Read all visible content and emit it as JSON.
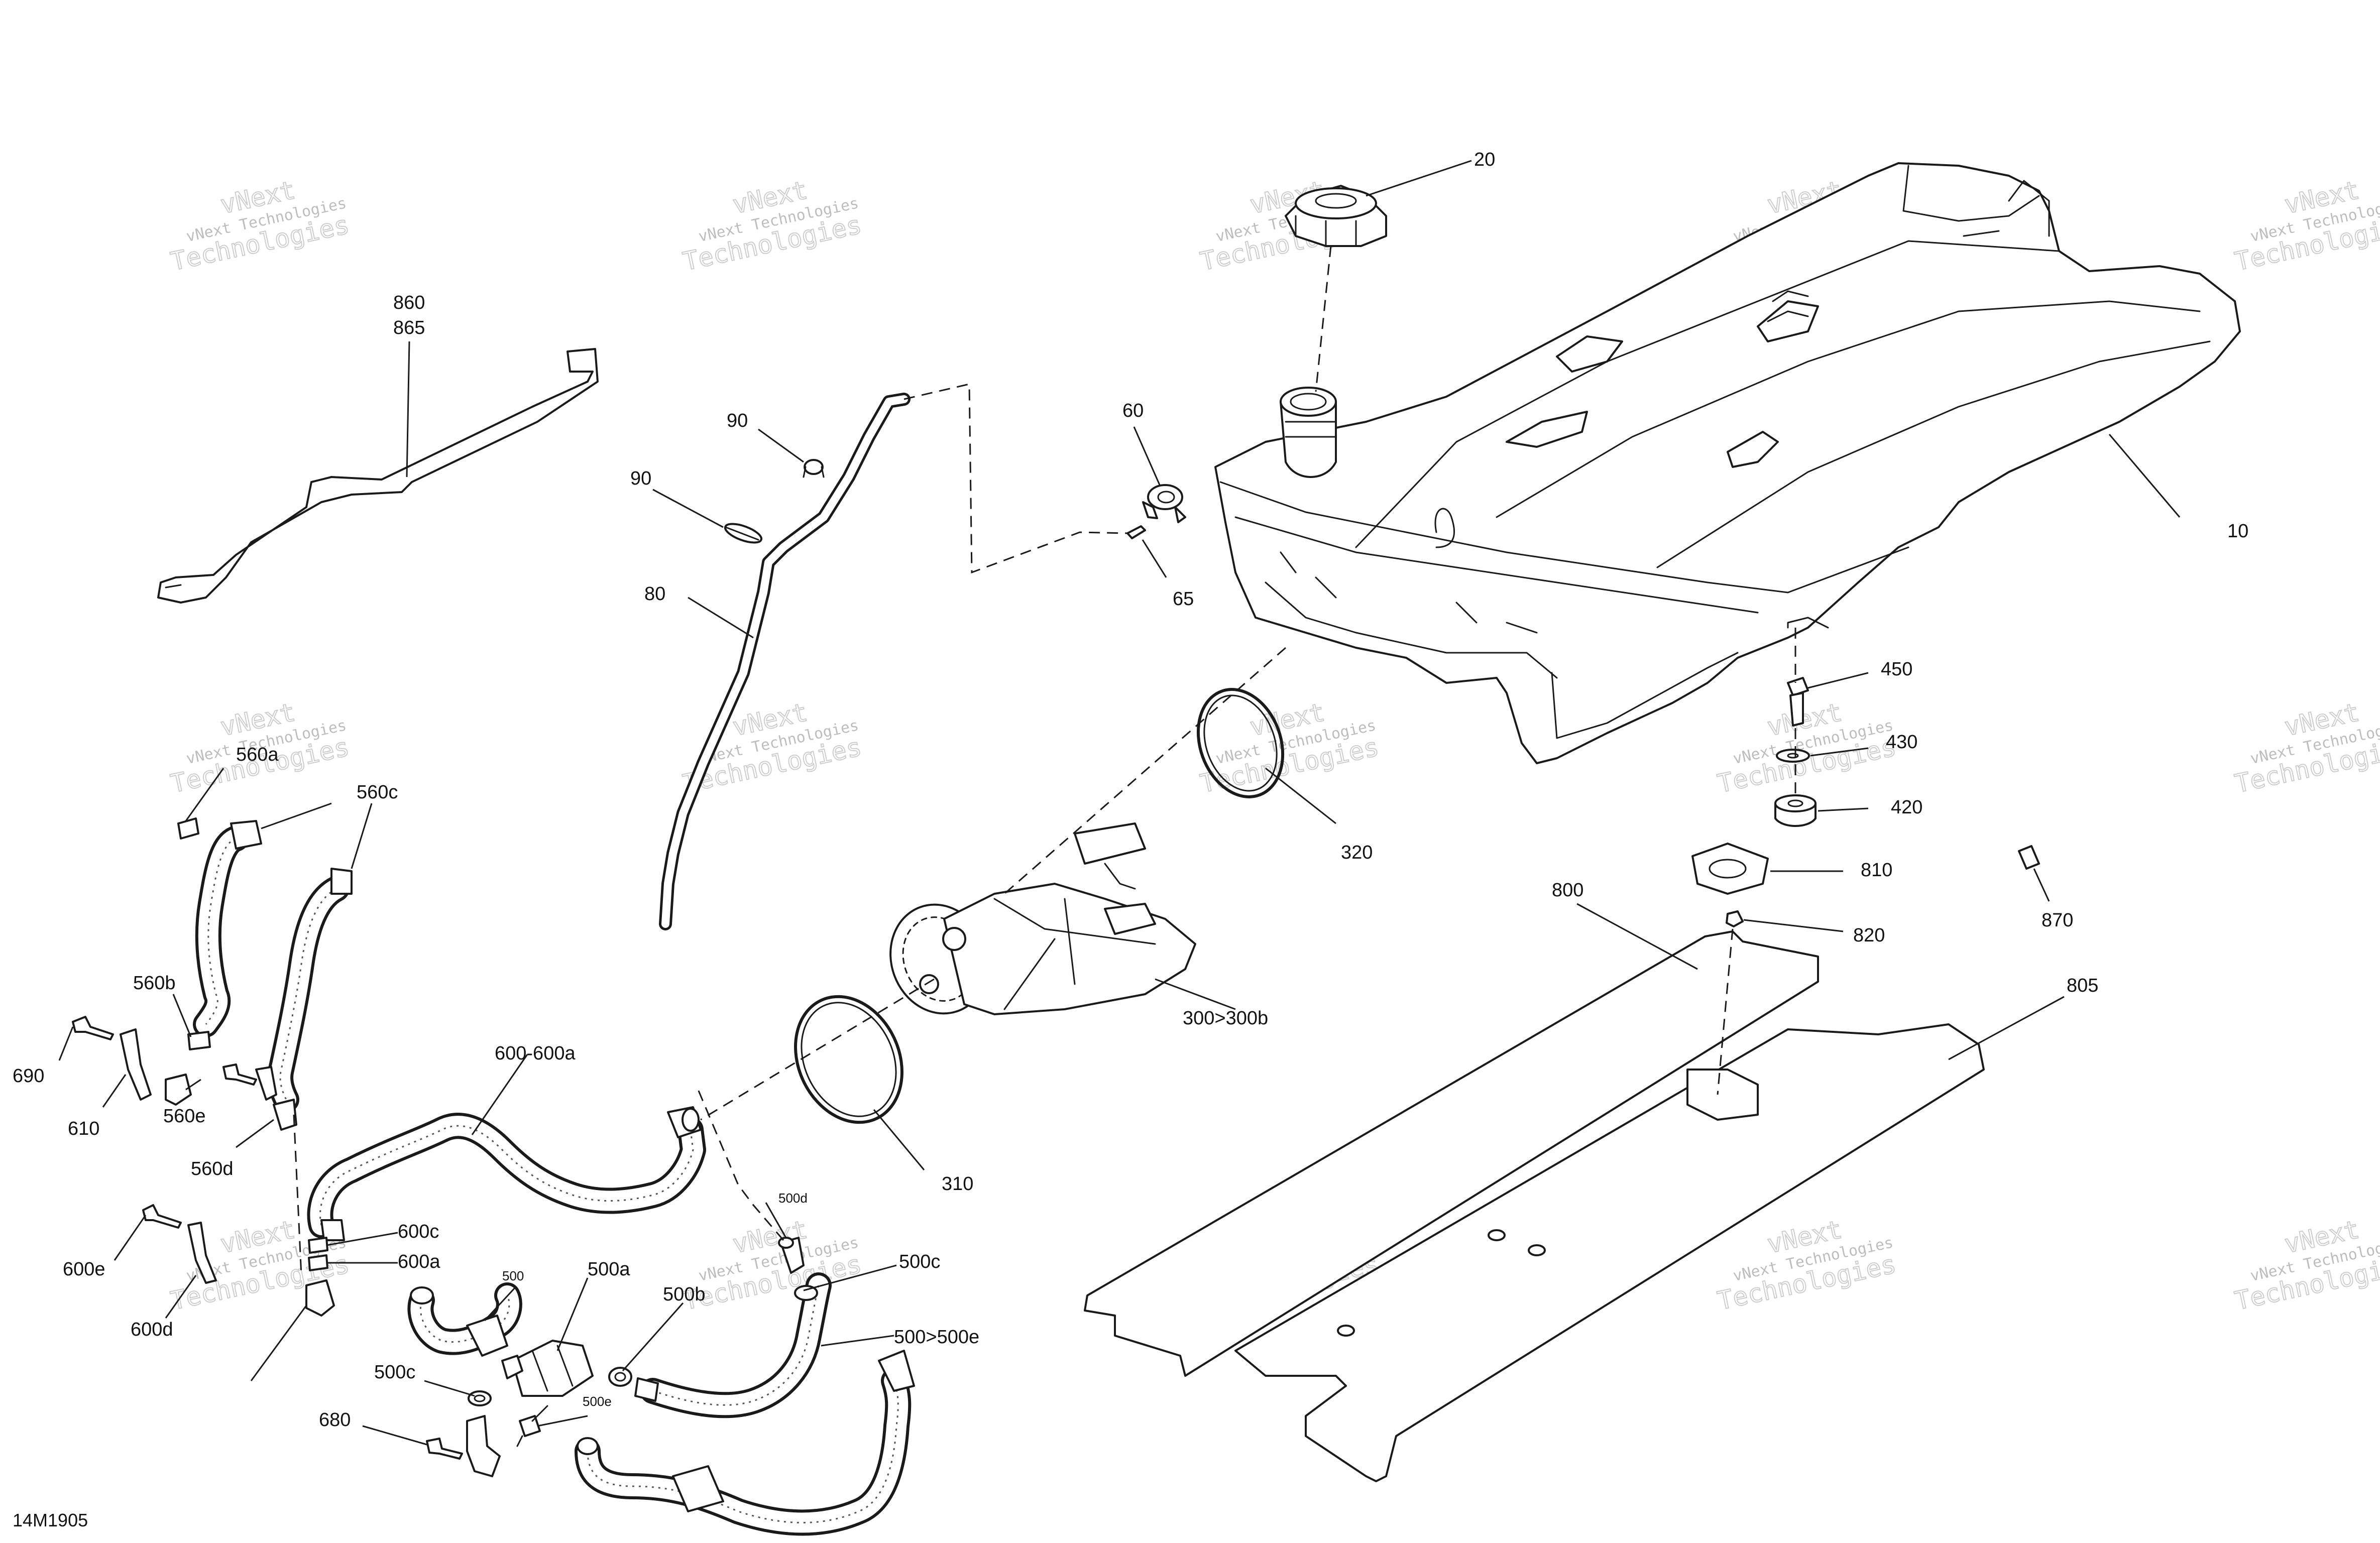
{
  "figure_id": "14M1905",
  "watermark": {
    "line1": "vNext Technologies",
    "line2": "vNext",
    "line3": "Technologies"
  },
  "callouts": [
    {
      "id": "c10",
      "text": "10"
    },
    {
      "id": "c20",
      "text": "20"
    },
    {
      "id": "c60",
      "text": "60"
    },
    {
      "id": "c65",
      "text": "65"
    },
    {
      "id": "c80",
      "text": "80"
    },
    {
      "id": "c90a",
      "text": "90"
    },
    {
      "id": "c90b",
      "text": "90"
    },
    {
      "id": "c860",
      "text": "860"
    },
    {
      "id": "c865",
      "text": "865"
    },
    {
      "id": "c320",
      "text": "320"
    },
    {
      "id": "c300",
      "text": "300>300b"
    },
    {
      "id": "c310",
      "text": "310"
    },
    {
      "id": "c450",
      "text": "450"
    },
    {
      "id": "c430",
      "text": "430"
    },
    {
      "id": "c420",
      "text": "420"
    },
    {
      "id": "c810",
      "text": "810"
    },
    {
      "id": "c820",
      "text": "820"
    },
    {
      "id": "c800",
      "text": "800"
    },
    {
      "id": "c805",
      "text": "805"
    },
    {
      "id": "c870",
      "text": "870"
    },
    {
      "id": "c560a",
      "text": "560a"
    },
    {
      "id": "c560c",
      "text": "560c"
    },
    {
      "id": "c560b",
      "text": "560b"
    },
    {
      "id": "c560e",
      "text": "560e"
    },
    {
      "id": "c560d",
      "text": "560d"
    },
    {
      "id": "c690",
      "text": "690"
    },
    {
      "id": "c610",
      "text": "610"
    },
    {
      "id": "c600",
      "text": "600-600a"
    },
    {
      "id": "c600c",
      "text": "600c"
    },
    {
      "id": "c600a",
      "text": "600a"
    },
    {
      "id": "c600e",
      "text": "600e"
    },
    {
      "id": "c600d",
      "text": "600d"
    },
    {
      "id": "c500",
      "text": "500"
    },
    {
      "id": "c500a",
      "text": "500a"
    },
    {
      "id": "c500b",
      "text": "500b"
    },
    {
      "id": "c500c1",
      "text": "500c"
    },
    {
      "id": "c500c2",
      "text": "500c"
    },
    {
      "id": "c500d",
      "text": "500d"
    },
    {
      "id": "c500e",
      "text": "500e"
    },
    {
      "id": "c500range",
      "text": "500>500e"
    },
    {
      "id": "c680",
      "text": "680"
    }
  ]
}
